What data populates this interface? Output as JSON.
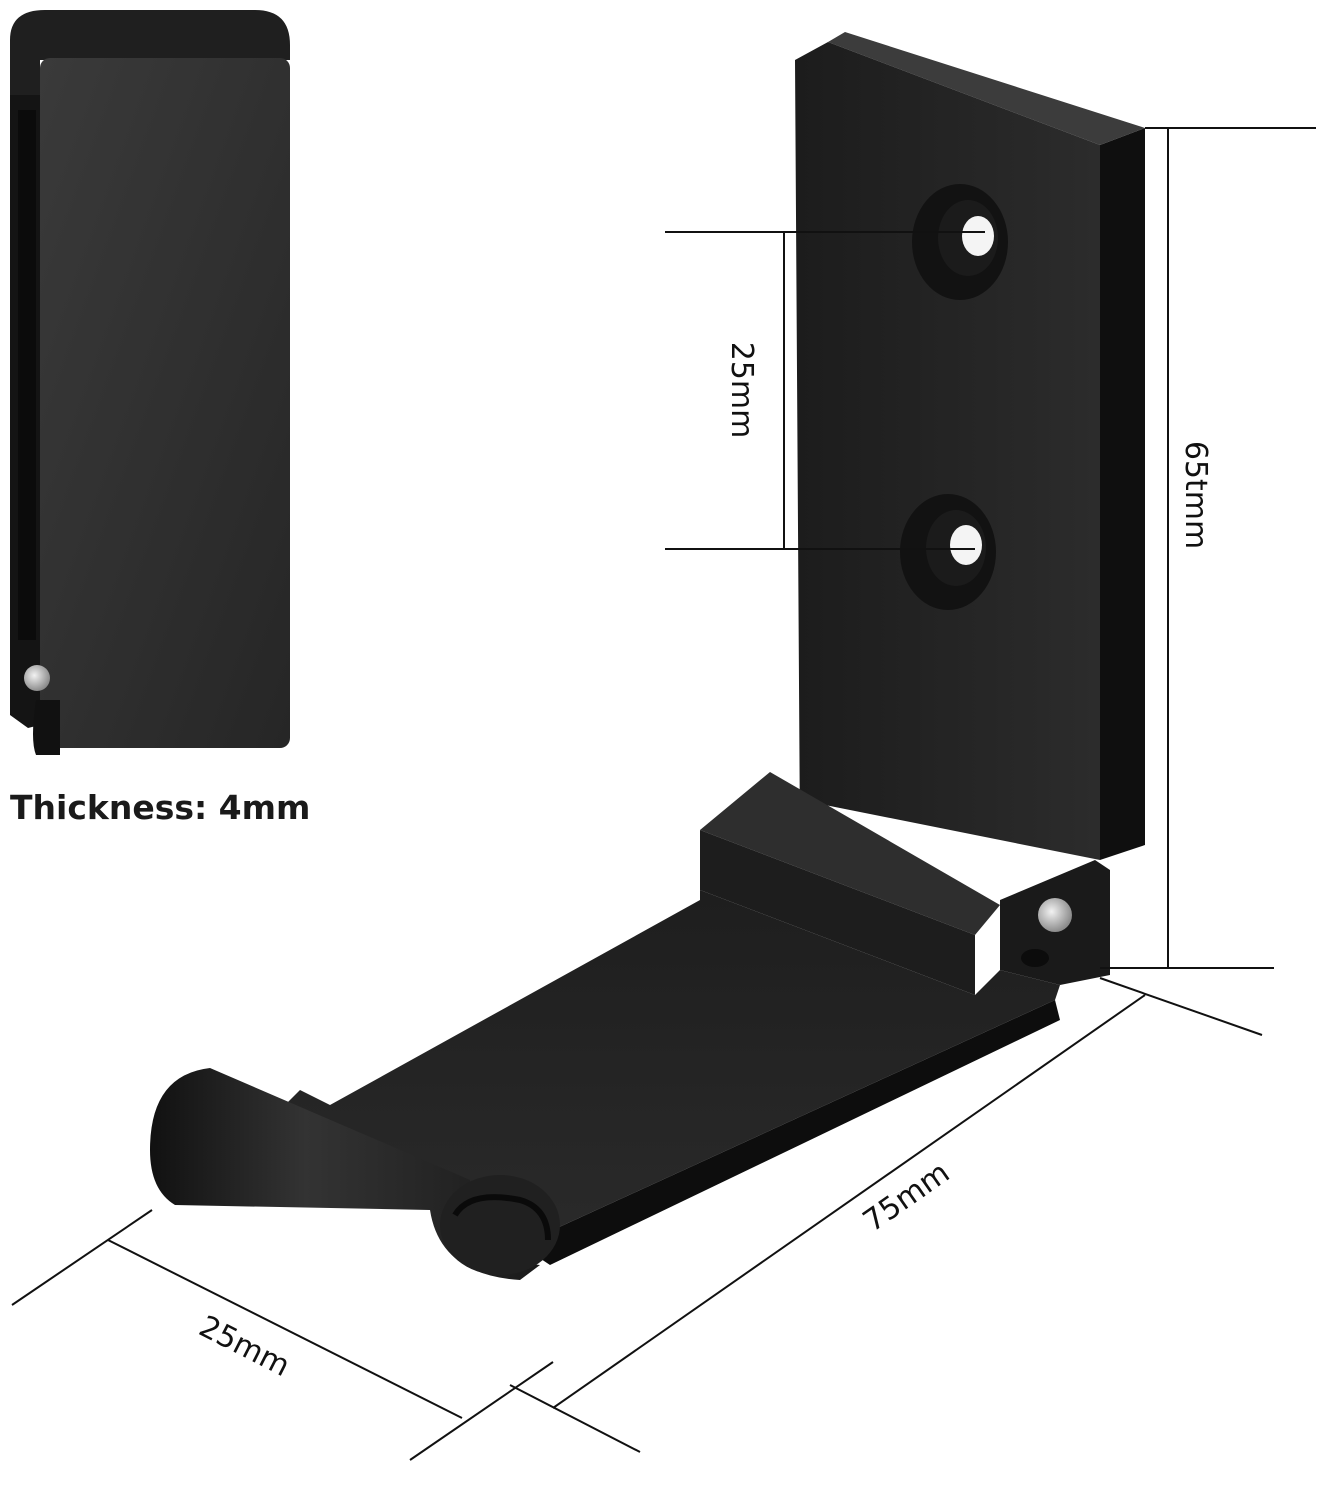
{
  "folded_view": {
    "thickness_label": "Thickness: 4mm"
  },
  "dimensions": {
    "hole_spacing": "25mm",
    "plate_height": "65tmm",
    "arm_length": "75mm",
    "arm_width": "25mm"
  },
  "colors": {
    "metal": "#2a2a2a",
    "metal_dark": "#151515",
    "metal_edge": "#3b3b3b",
    "pin": "#d6d6d6",
    "dimension_line": "#111111",
    "background": "#ffffff"
  }
}
